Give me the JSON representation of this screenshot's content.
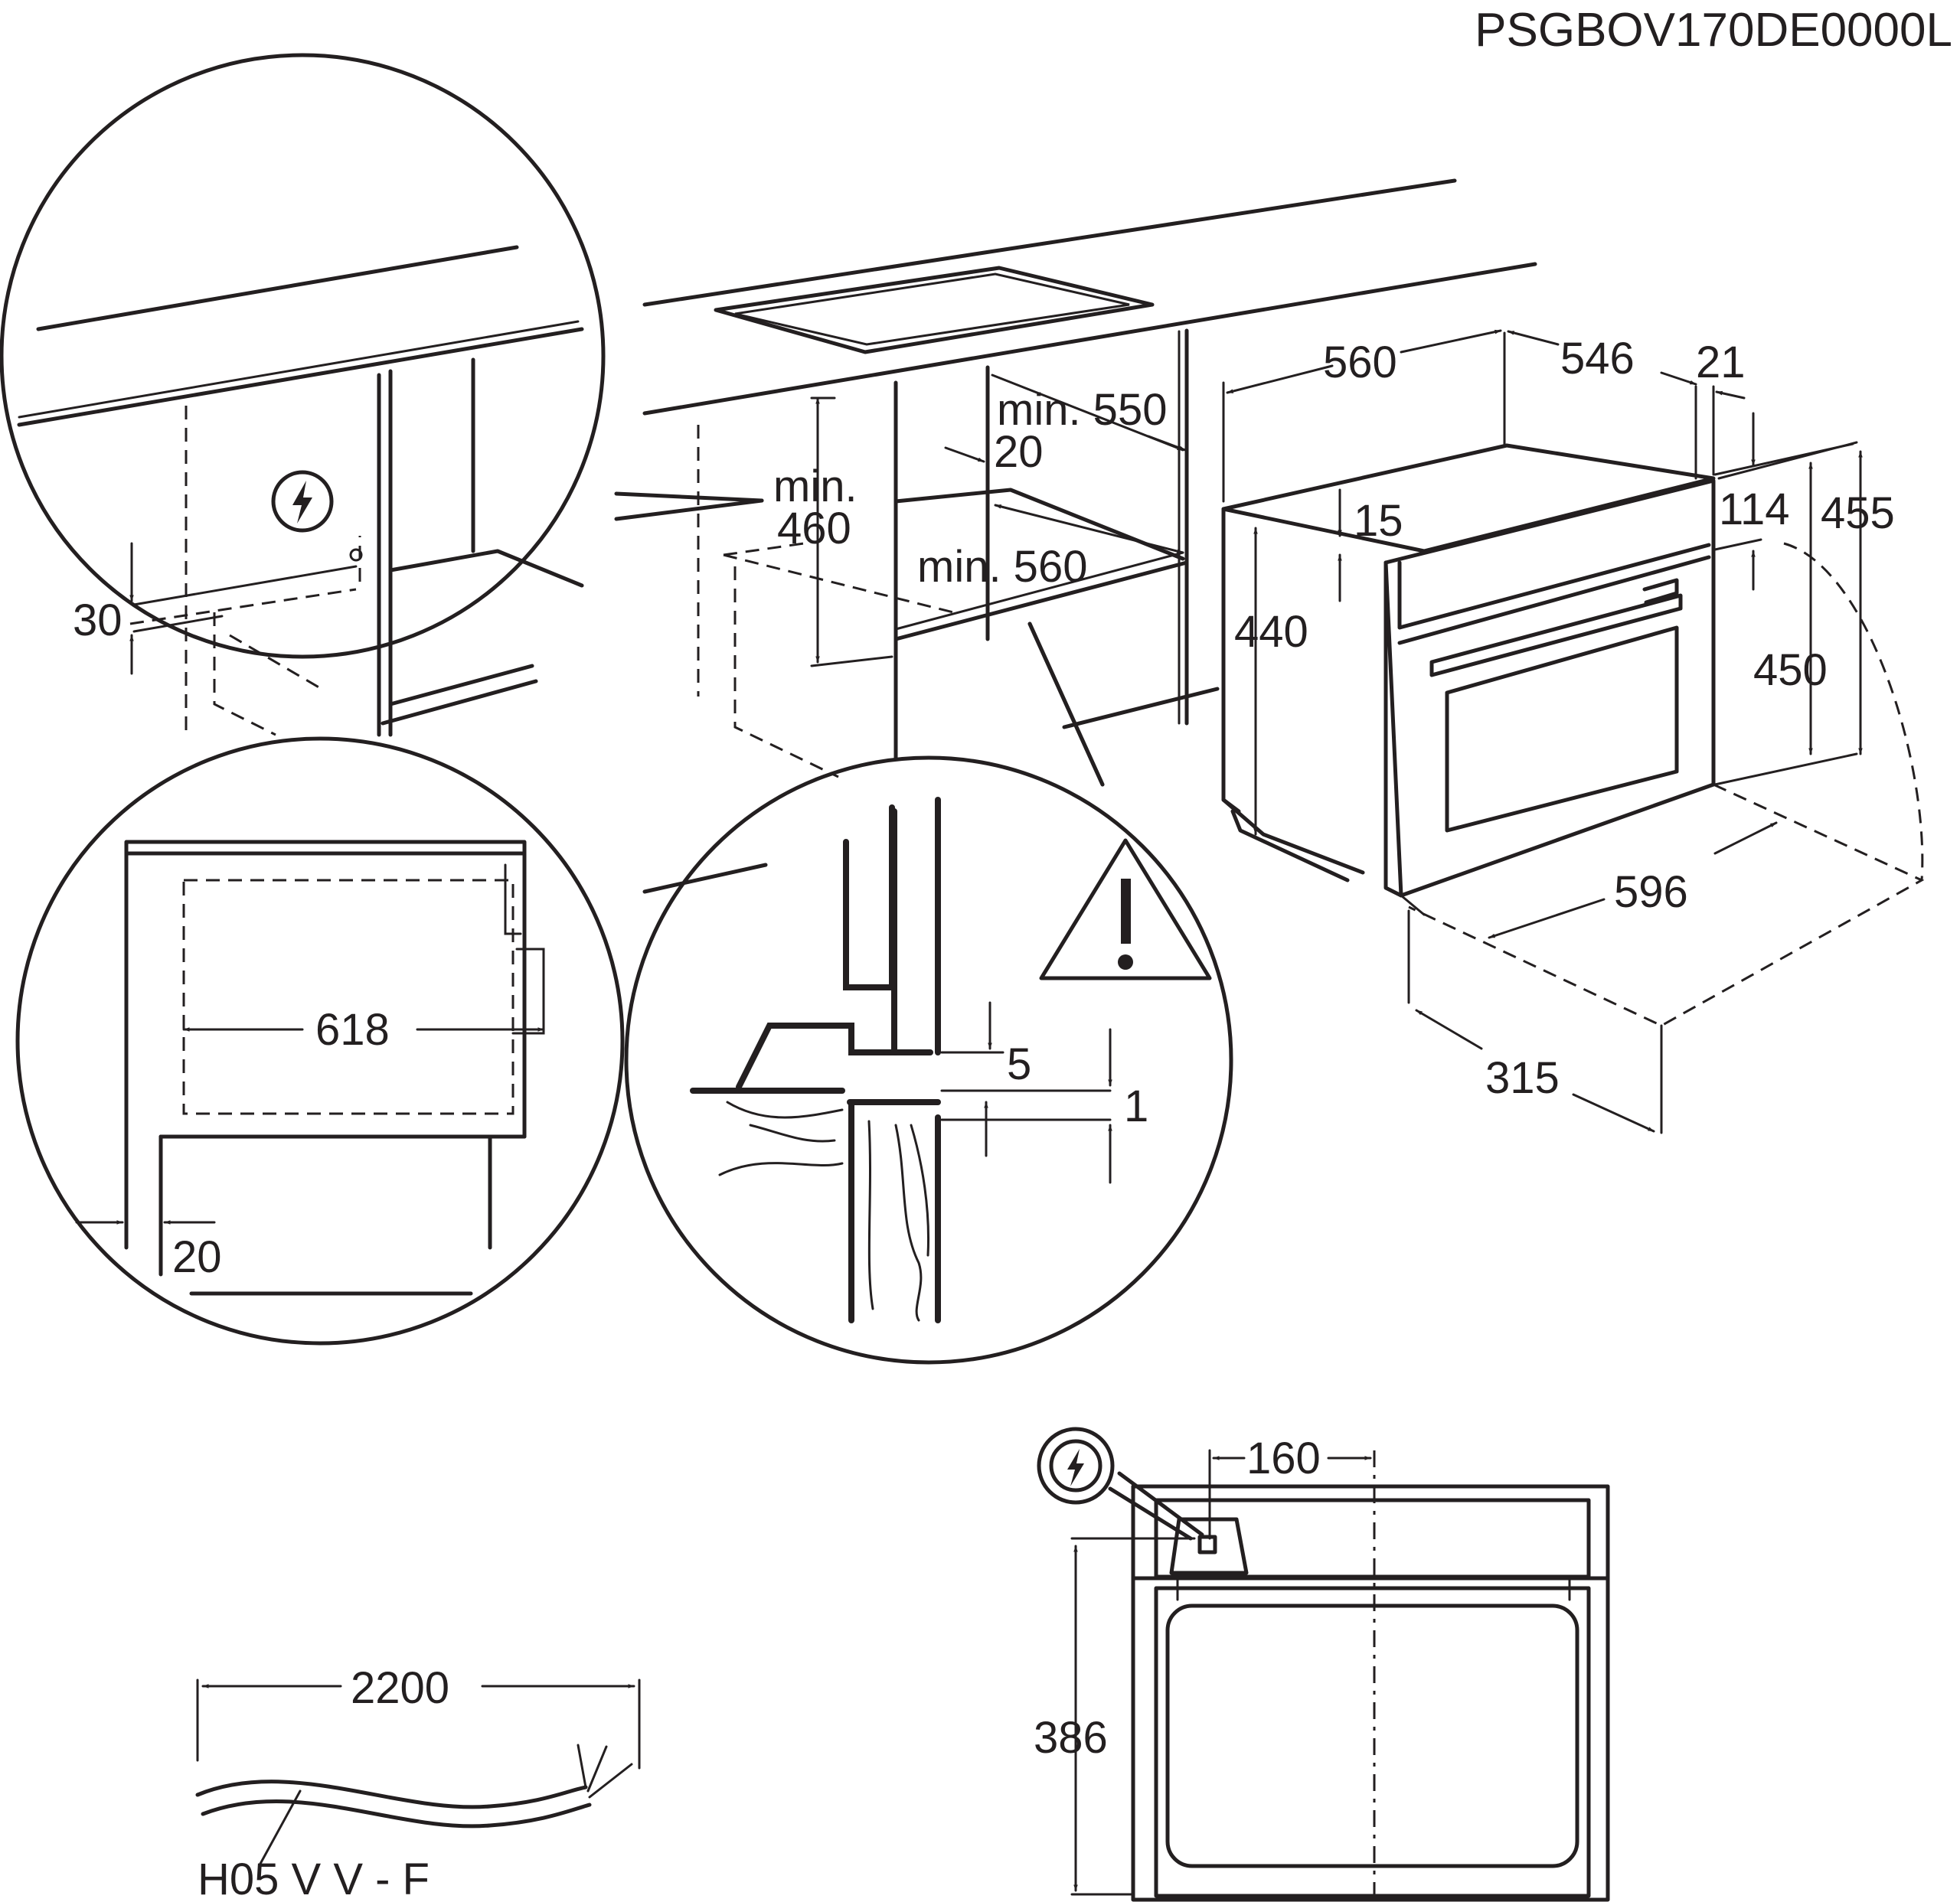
{
  "document": {
    "code": "PSGBOV170DE0000L"
  },
  "niche_dimensions": {
    "min_550": "min. 550",
    "depth_20": "20",
    "min_460_line1": "min.",
    "min_460_line2": "460",
    "min_560": "min. 560"
  },
  "appliance_dimensions": {
    "width_560": "560",
    "depth_546": "546",
    "front_21": "21",
    "top_15": "15",
    "height_440": "440",
    "front_114": "114",
    "height_455": "455",
    "height_450": "450",
    "width_596": "596",
    "door_315": "315"
  },
  "detail_socket": {
    "height_30": "30",
    "icon": "electric-connection-icon"
  },
  "detail_rear": {
    "width_618": "618",
    "gap_20": "20"
  },
  "detail_gap": {
    "gap_5": "5",
    "gap_1": "1",
    "icon": "warning-triangle-icon"
  },
  "rear_view": {
    "offset_160": "160",
    "height_386": "386",
    "icon": "electric-connection-icon"
  },
  "cable": {
    "length_2200": "2200",
    "type": "H05 V V - F"
  }
}
